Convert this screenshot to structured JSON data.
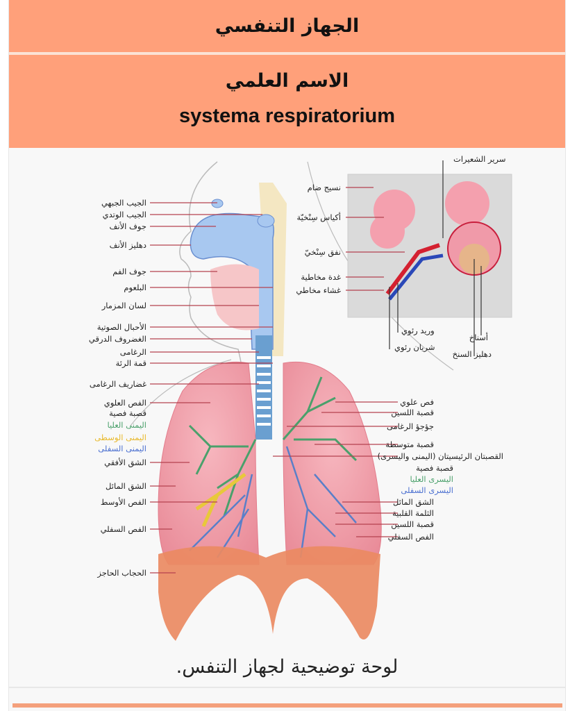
{
  "infobox": {
    "title": "الجهاز التنفسي",
    "scientific_name_label": "الاسم العلمي",
    "scientific_name": "systema respiratorium",
    "caption": "لوحة توضيحية لجهاز التنفس."
  },
  "colors": {
    "header_bg": "#ffa07a",
    "bottom_bar": "#f4a07c",
    "label_line": "#b5424f",
    "right_color_upper": "#4aa06b",
    "right_color_middle": "#e8b92c",
    "right_color_lower": "#4a6fd0"
  },
  "diagram": {
    "left_labels": [
      {
        "text": "الجيب الجبهي"
      },
      {
        "text": "الجيب الوتدي"
      },
      {
        "text": "جوف الأنف"
      },
      {
        "text": "دهليز الأنف"
      },
      {
        "text": "جوف الفم"
      },
      {
        "text": "البلعوم"
      },
      {
        "text": "لسان المزمار"
      },
      {
        "text": "الأحبال الصوتية"
      },
      {
        "text": "الغضروف الدرقي"
      },
      {
        "text": "الرغامى"
      },
      {
        "text": "قمة الرئة"
      },
      {
        "text": "غضاريف الرغامى"
      },
      {
        "text": "الفص العلوي"
      },
      {
        "text": "قصبة فصية"
      },
      {
        "text": "اليمنى العليا"
      },
      {
        "text": "اليمنى الوسطى"
      },
      {
        "text": "اليمنى السفلى"
      },
      {
        "text": "الشق الأفقي"
      },
      {
        "text": "الشق المائل"
      },
      {
        "text": "الفص الأوسط"
      },
      {
        "text": "الفص السفلي"
      },
      {
        "text": "الحجاب الحاجز"
      }
    ],
    "alveoli_labels": [
      {
        "text": "سرير الشعيرات"
      },
      {
        "text": "نسيج ضام"
      },
      {
        "text": "أكياس سِنْخيّة"
      },
      {
        "text": "نفق سِنْخيّ"
      },
      {
        "text": "غدة مخاطية"
      },
      {
        "text": "غشاء مخاطي"
      },
      {
        "text": "وريد رئوي"
      },
      {
        "text": "شريان رئوي"
      },
      {
        "text": "أسناخ"
      },
      {
        "text": "دهليز السنخ"
      }
    ],
    "right_labels": [
      {
        "text": "فص علوي"
      },
      {
        "text": "قصبة اللسين"
      },
      {
        "text": "جؤجؤ الرغامى"
      },
      {
        "text": "قصبة متوسطة"
      },
      {
        "text": "القصبتان الرئيسيتان (اليمنى واليسرى)"
      },
      {
        "text": "قصبة فصية"
      },
      {
        "text": "اليسرى العليا"
      },
      {
        "text": "اليسرى السفلى"
      },
      {
        "text": "الشق المائل"
      },
      {
        "text": "الثلمة القلبية"
      },
      {
        "text": "قصبة اللسين"
      },
      {
        "text": "الفص السفلي"
      }
    ]
  }
}
